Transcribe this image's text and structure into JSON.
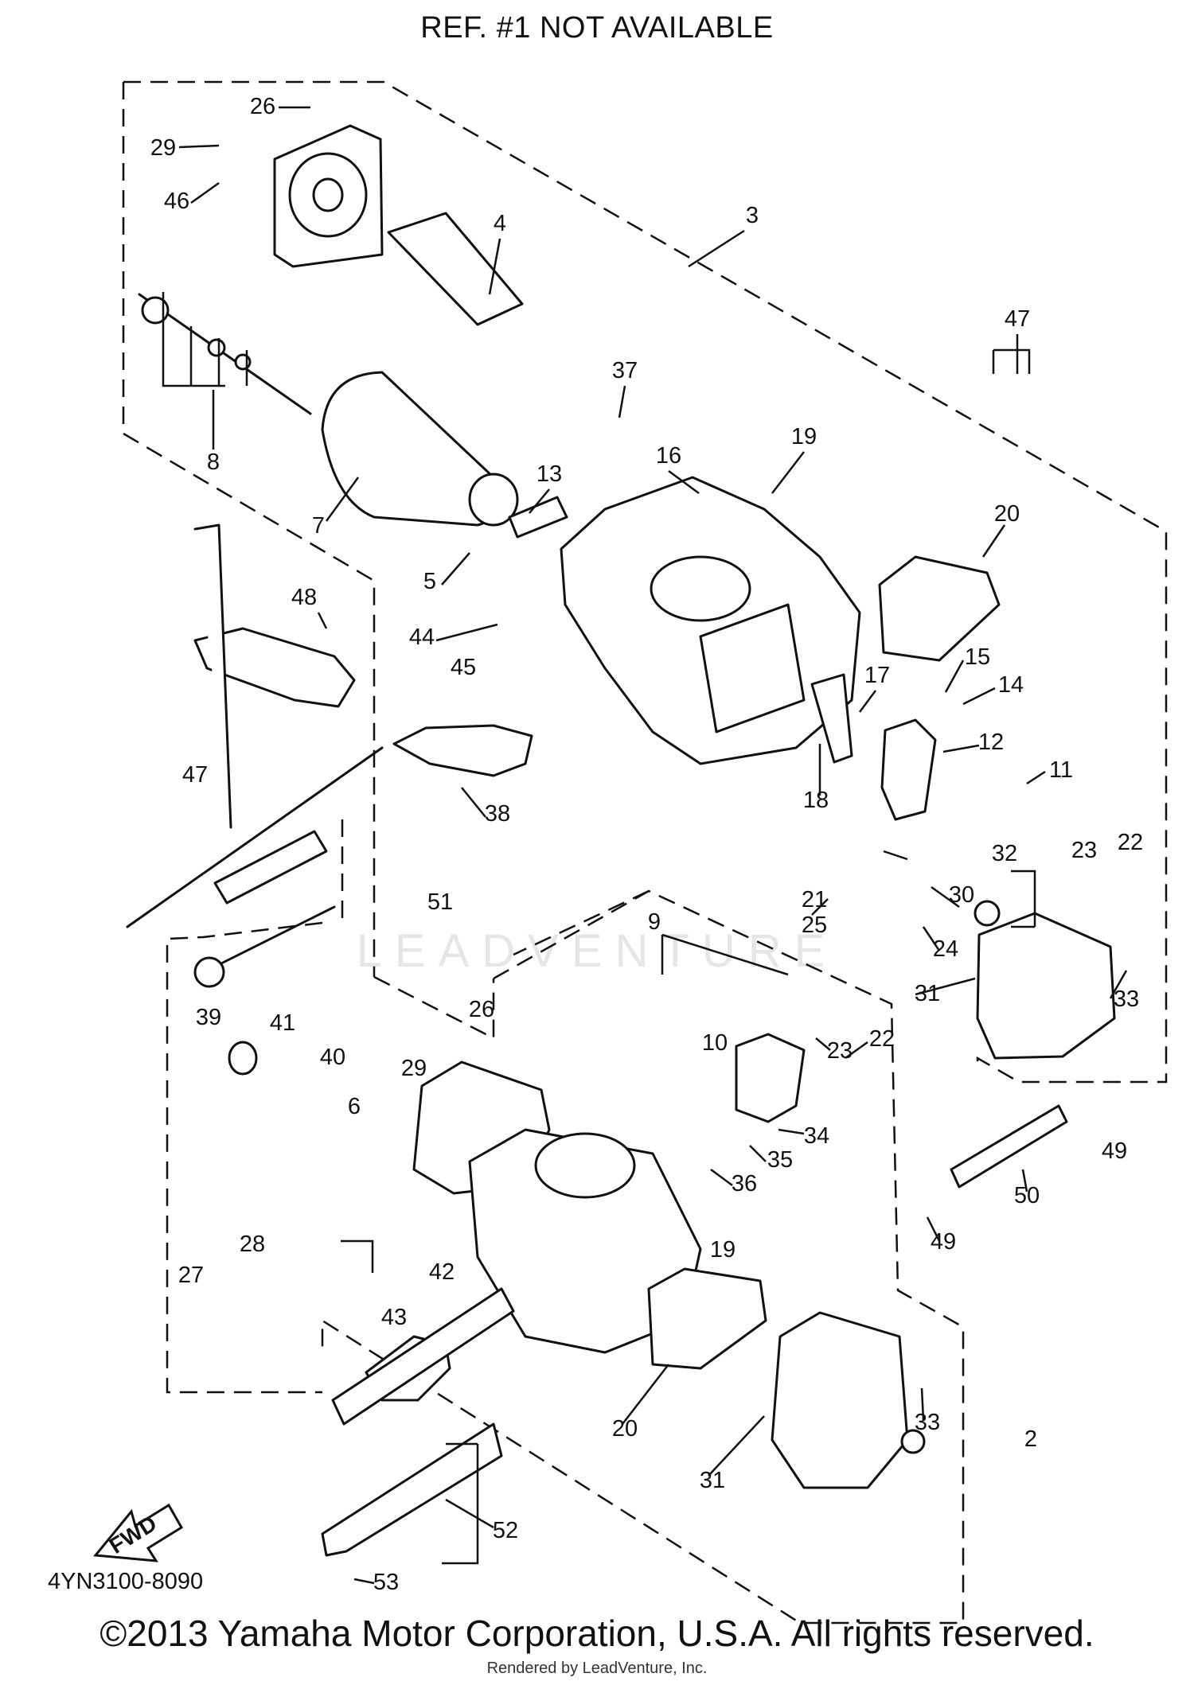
{
  "header": {
    "note": "REF. #1 NOT AVAILABLE"
  },
  "diagram": {
    "drawing_code": "4YN3100-8090",
    "fwd_label": "FWD",
    "watermark": "LEADVENTURE",
    "callouts": [
      "26",
      "29",
      "46",
      "4",
      "3",
      "8",
      "7",
      "47",
      "37",
      "19",
      "16",
      "13",
      "20",
      "5",
      "48",
      "44",
      "45",
      "15",
      "14",
      "17",
      "12",
      "11",
      "18",
      "38",
      "47",
      "23",
      "22",
      "32",
      "21",
      "30",
      "25",
      "24",
      "51",
      "9",
      "31",
      "33",
      "39",
      "26",
      "22",
      "23",
      "41",
      "40",
      "29",
      "10",
      "34",
      "35",
      "36",
      "49",
      "50",
      "6",
      "28",
      "42",
      "19",
      "27",
      "43",
      "49",
      "20",
      "33",
      "2",
      "31",
      "52",
      "53"
    ]
  },
  "footer": {
    "copyright": "©2013 Yamaha Motor Corporation, U.S.A. All rights reserved.",
    "rendered_by": "Rendered by LeadVenture, Inc."
  }
}
